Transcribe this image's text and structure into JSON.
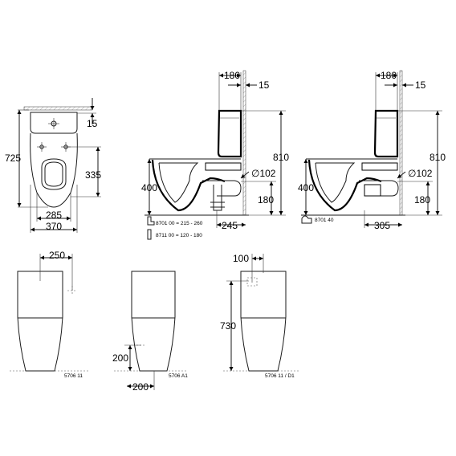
{
  "dimensions": {
    "top_view": {
      "d725": "725",
      "d335": "335",
      "d285": "285",
      "d370": "370",
      "d15": "15"
    },
    "side_view_1": {
      "d180": "180",
      "d15": "15",
      "d810": "810",
      "d400": "400",
      "d102": "∅102",
      "d180b": "180",
      "d245": "245"
    },
    "side_view_2": {
      "d180": "180",
      "d15": "15",
      "d810": "810",
      "d400": "400",
      "d102": "∅102",
      "d180b": "180",
      "d305": "305"
    },
    "rear_view_1": {
      "d250": "250"
    },
    "rear_view_2": {
      "d200v": "200",
      "d200h": "200"
    },
    "rear_view_3": {
      "d100": "100",
      "d730": "730"
    }
  },
  "notes": {
    "accessory_1": "8701 00 = 215 - 260",
    "accessory_2": "8711 00 = 120 - 180",
    "accessory_3": "8701 40"
  },
  "model_codes": {
    "rear_1": "5706 11",
    "rear_2": "5706 A1",
    "rear_3": "5706 11 / D1"
  }
}
